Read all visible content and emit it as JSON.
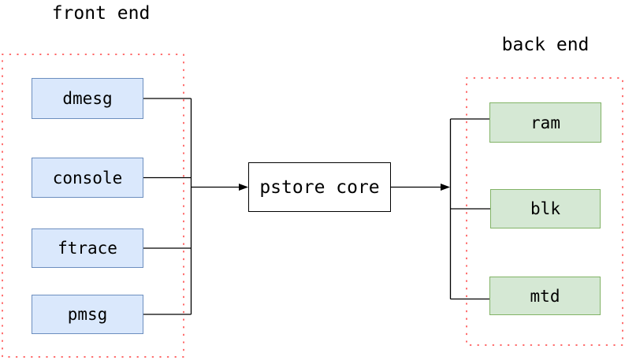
{
  "front_end": {
    "title": "front end",
    "nodes": [
      {
        "label": "dmesg"
      },
      {
        "label": "console"
      },
      {
        "label": "ftrace"
      },
      {
        "label": "pmsg"
      }
    ]
  },
  "core": {
    "label": "pstore core"
  },
  "back_end": {
    "title": "back end",
    "nodes": [
      {
        "label": "ram"
      },
      {
        "label": "blk"
      },
      {
        "label": "mtd"
      }
    ]
  },
  "colors": {
    "background": "#ffffff",
    "text": "#000000",
    "front_node_fill": "#dae8fc",
    "front_node_border": "#6c8ebf",
    "back_node_fill": "#d5e8d4",
    "back_node_border": "#82b366",
    "core_fill": "#ffffff",
    "core_border": "#000000",
    "container_dots": "#ff6666",
    "connector": "#000000"
  }
}
